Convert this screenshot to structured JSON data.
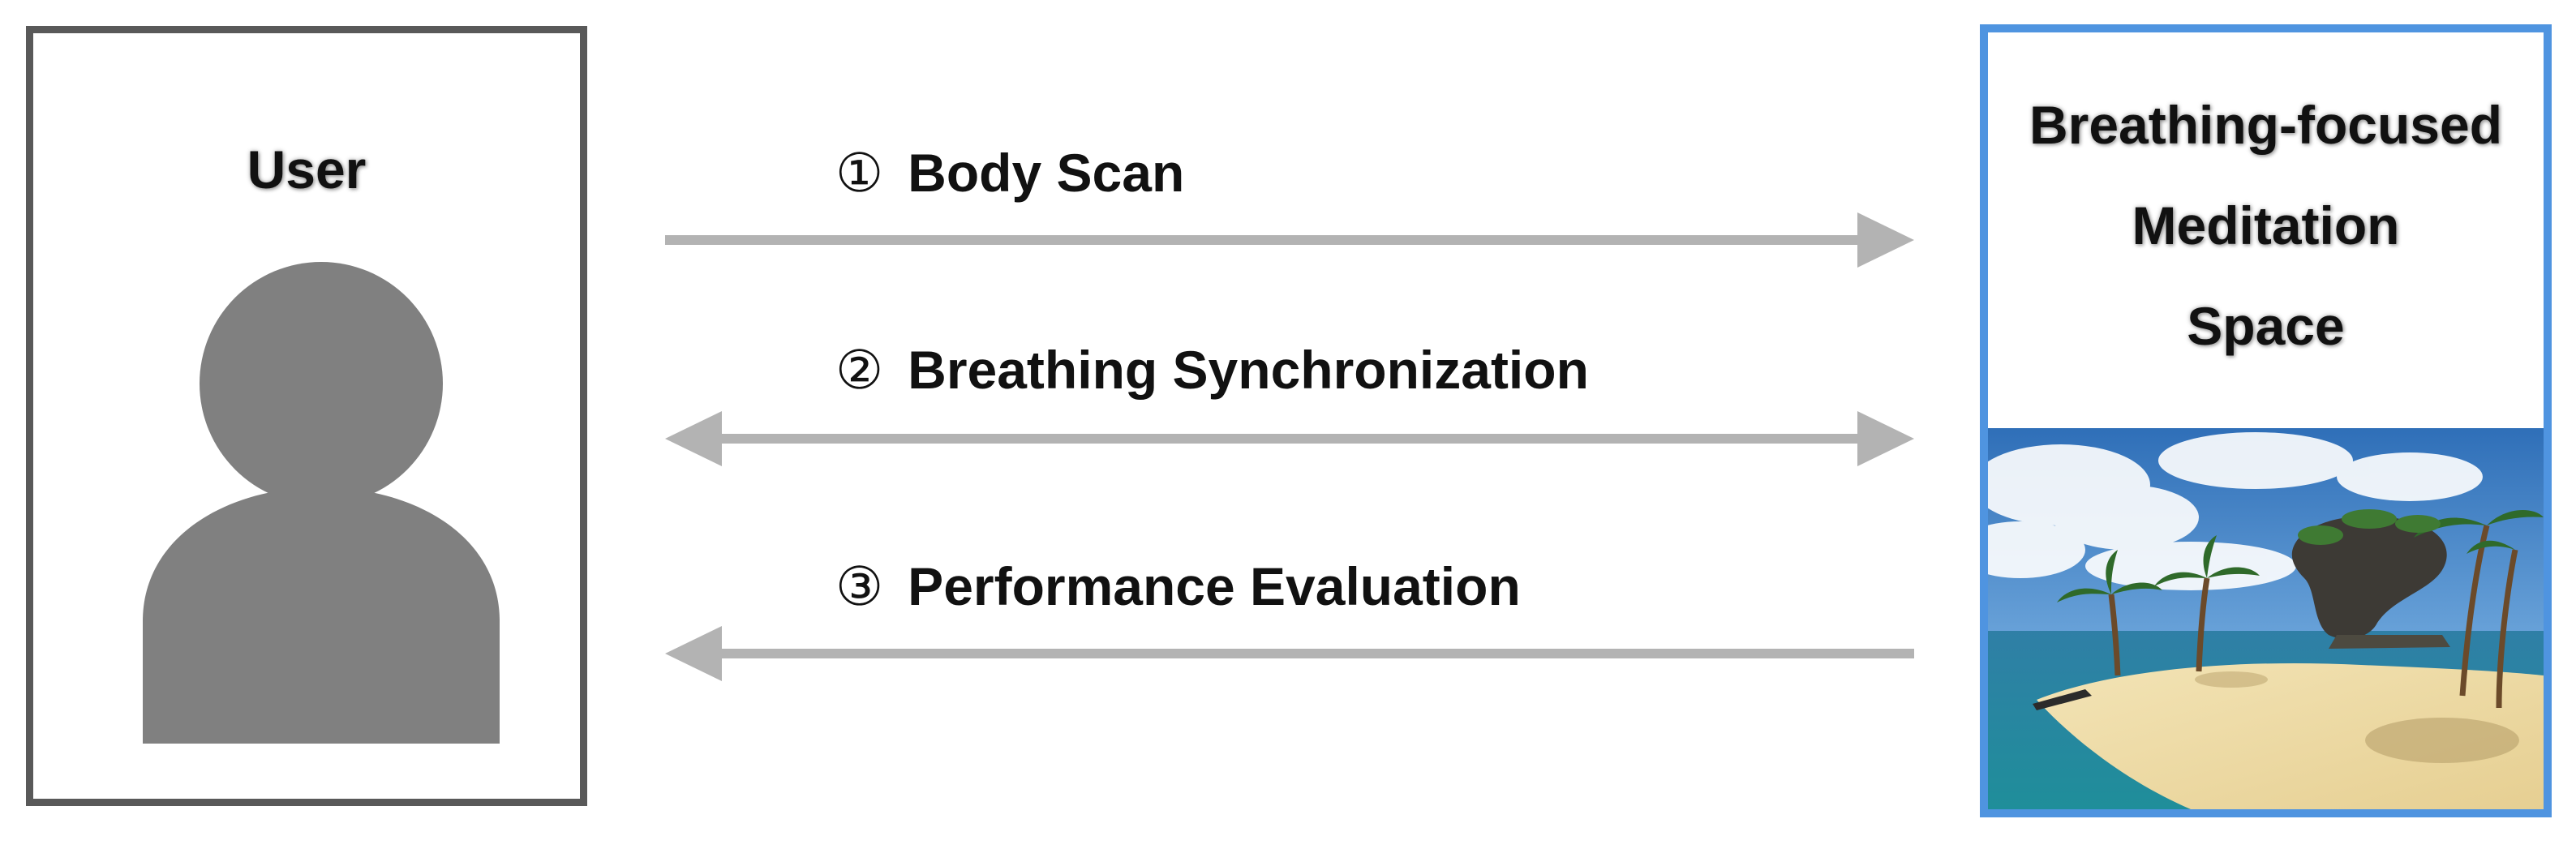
{
  "user": {
    "title": "User",
    "icon": "person-icon"
  },
  "space": {
    "title_lines": [
      "Breathing-focused",
      "Meditation",
      "Space"
    ],
    "scene_icon": "tropical-beach-scene",
    "border_color": "#4f94e0"
  },
  "steps": [
    {
      "number": "①",
      "label": "Body Scan",
      "direction": "right"
    },
    {
      "number": "②",
      "label": "Breathing Synchronization",
      "direction": "both"
    },
    {
      "number": "③",
      "label": "Performance Evaluation",
      "direction": "left"
    }
  ],
  "colors": {
    "arrow": "#b3b3b3",
    "avatar": "#808080",
    "user_border": "#595959"
  }
}
